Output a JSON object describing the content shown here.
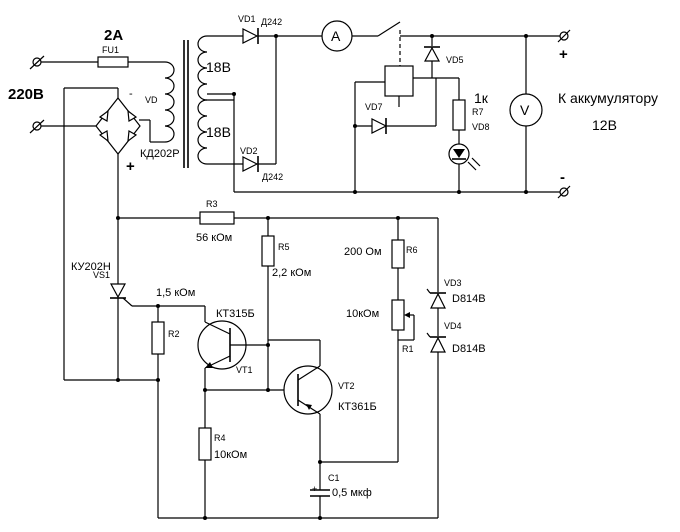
{
  "labels": {
    "mains": "220В",
    "fuse_rating": "2А",
    "fuse": "FU1",
    "vd1": "VD1",
    "vd1_type": "Д242",
    "vd2": "VD2",
    "vd2_type": "Д242",
    "winding_top": "18В",
    "winding_bottom": "18В",
    "bridge": "VD",
    "bridge_type": "КД202Р",
    "bridge_minus": "-",
    "bridge_plus": "+",
    "ammeter": "A",
    "voltmeter": "V",
    "vd5": "VD5",
    "vd7": "VD7",
    "r7": "R7",
    "r7_value": "1к",
    "vd8": "VD8",
    "battery": "К аккумулятору",
    "battery_voltage": "12В",
    "out_plus": "+",
    "out_minus": "-",
    "r3": "R3",
    "r3_value": "56 кОм",
    "r5": "R5",
    "r5_value": "2,2 кОм",
    "r6": "R6",
    "r6_value": "200 Ом",
    "r1": "R1",
    "r1_value": "10кОм",
    "vd3": "VD3",
    "vd3_type": "D814В",
    "vd4": "VD4",
    "vd4_type": "D814В",
    "scr": "VS1",
    "scr_type": "КУ202Н",
    "r2": "R2",
    "r2_value": "1,5 кОм",
    "vt1": "VT1",
    "vt1_type": "КТ315Б",
    "vt2": "VT2",
    "vt2_type": "КТ361Б",
    "r4": "R4",
    "r4_value": "10кОм",
    "c1": "C1",
    "c1_value": "0,5 мкф",
    "c1_plus": "+"
  }
}
